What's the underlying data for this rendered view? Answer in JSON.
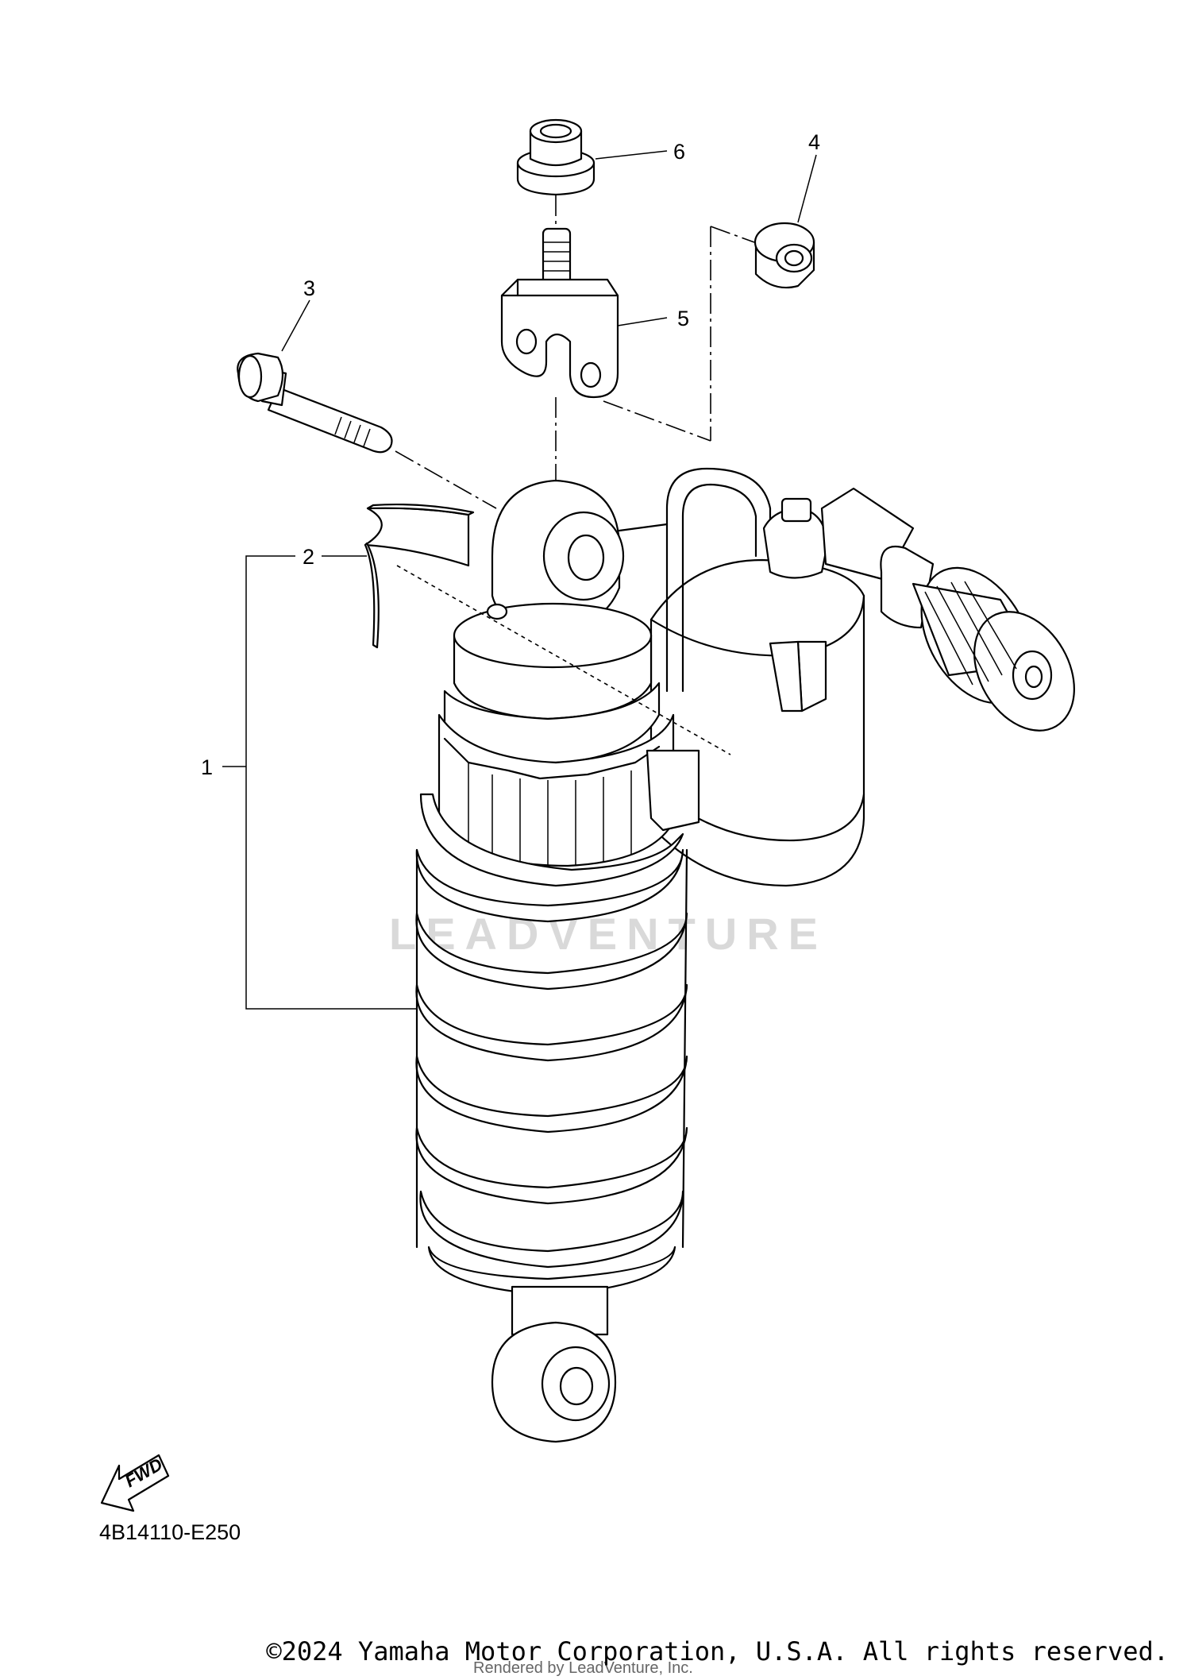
{
  "diagram": {
    "callouts": [
      "1",
      "2",
      "3",
      "4",
      "5",
      "6"
    ],
    "diagram_code": "4B14110-E250",
    "fwd_label": "FWD",
    "watermark": "LEADVENTURE",
    "rendered_by": "Rendered by LeadVenture, Inc.",
    "copyright": "©2024 Yamaha Motor Corporation, U.S.A. All rights reserved."
  }
}
